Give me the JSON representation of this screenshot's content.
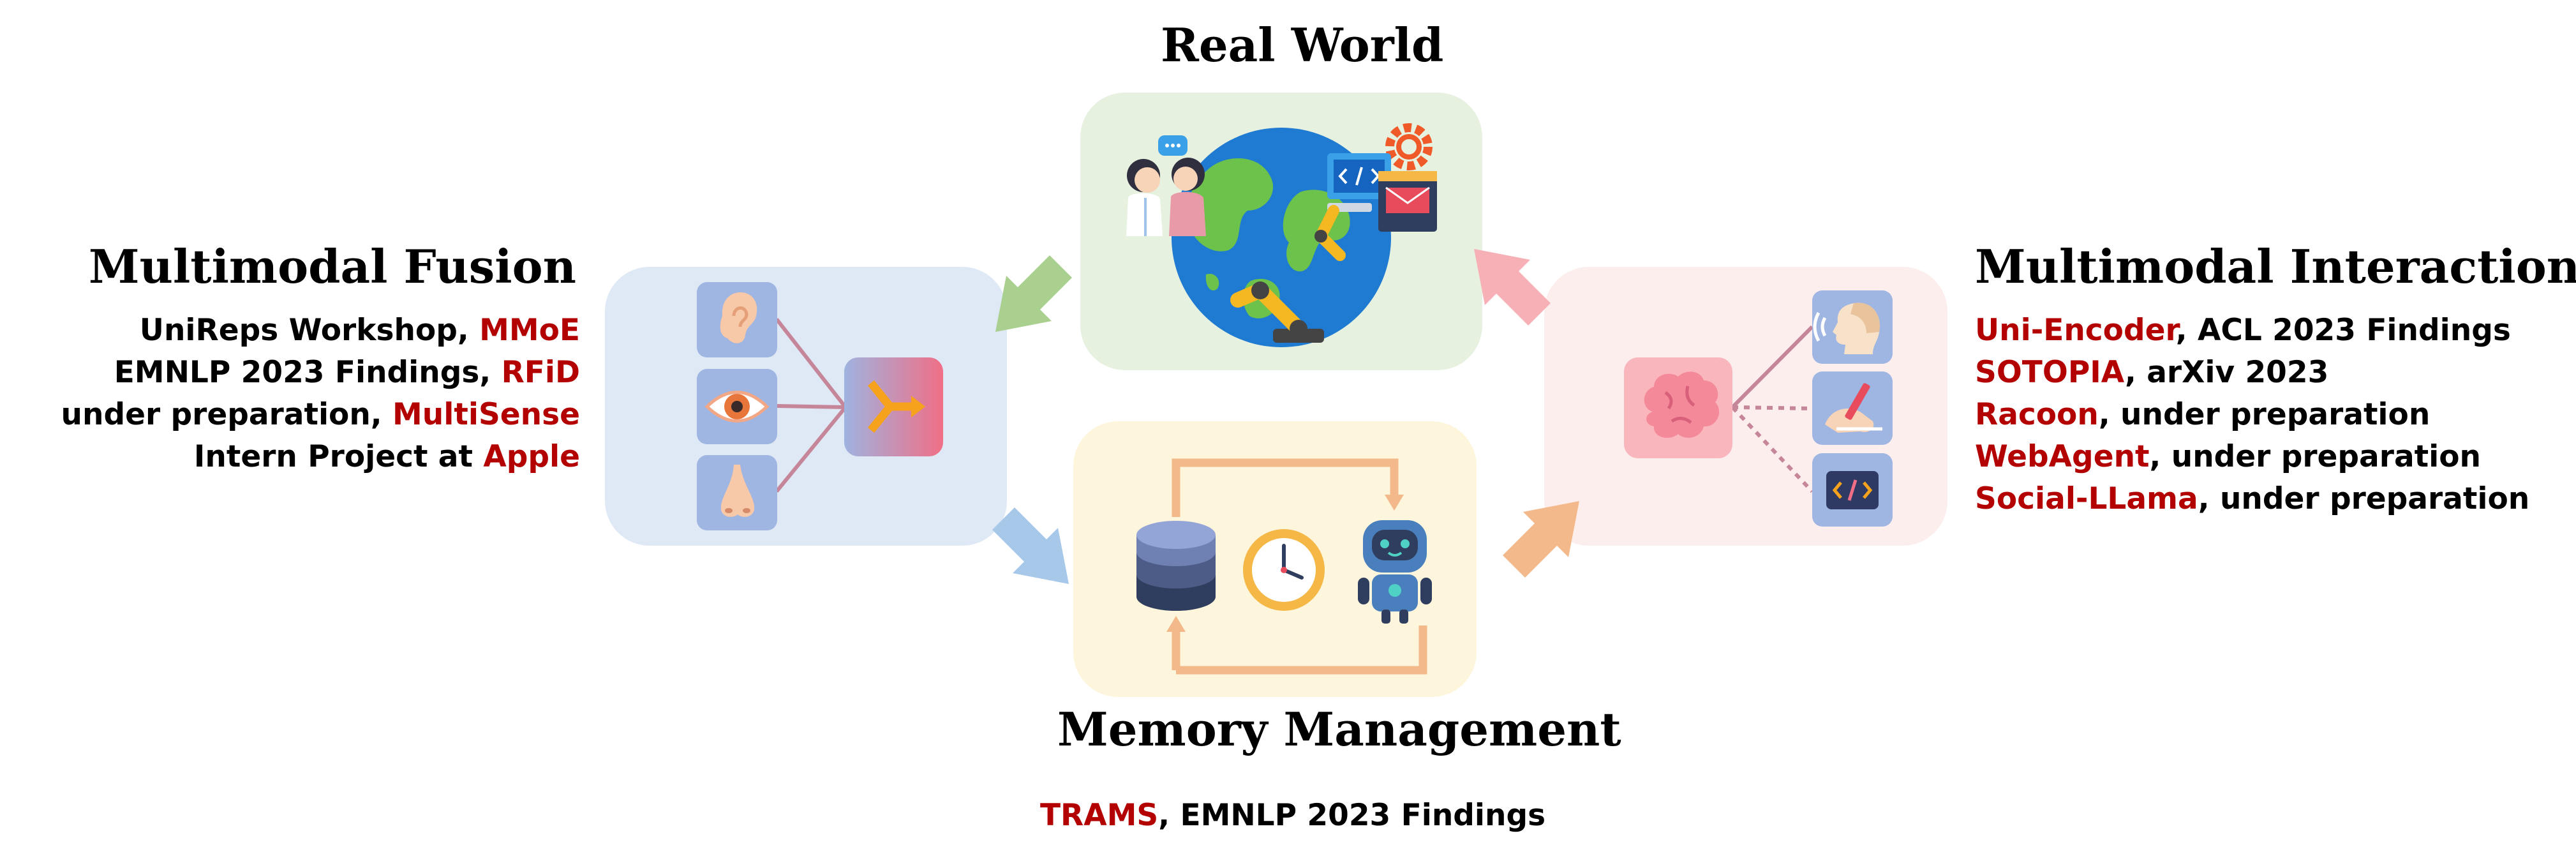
{
  "real_world": {
    "title": "Real World"
  },
  "fusion": {
    "title": "Multimodal Fusion",
    "lines": [
      {
        "pre": "UniReps Workshop, ",
        "hl": "MMoE",
        "post": ""
      },
      {
        "pre": "EMNLP 2023 Findings, ",
        "hl": "RFiD",
        "post": ""
      },
      {
        "pre": "under preparation, ",
        "hl": "MultiSense",
        "post": ""
      },
      {
        "pre": "Intern Project at ",
        "hl": "Apple",
        "post": ""
      }
    ]
  },
  "interaction": {
    "title": "Multimodal Interaction",
    "lines": [
      {
        "pre": "",
        "hl": "Uni-Encoder",
        "post": ", ACL 2023 Findings"
      },
      {
        "pre": "",
        "hl": "SOTOPIA",
        "post": ", arXiv 2023"
      },
      {
        "pre": "",
        "hl": "Racoon",
        "post": ", under preparation"
      },
      {
        "pre": "",
        "hl": "WebAgent",
        "post": ", under preparation"
      },
      {
        "pre": "",
        "hl": "Social-LLama",
        "post": ", under preparation"
      }
    ]
  },
  "memory": {
    "title": "Memory Management",
    "lines": [
      {
        "pre": "",
        "hl": "TRAMS",
        "post": ", EMNLP 2023 Findings"
      }
    ]
  },
  "icons": {
    "fusion": [
      "ear-icon",
      "eye-icon",
      "nose-icon",
      "merge-icon"
    ],
    "interaction": [
      "brain-icon",
      "speaking-head-icon",
      "writing-hand-icon",
      "code-icon"
    ],
    "memory": [
      "database-icon",
      "clock-icon",
      "robot-icon"
    ],
    "real_world": [
      "globe-icon",
      "people-icon",
      "gear-icon",
      "robot-arm-icon",
      "computer-icon"
    ]
  },
  "colors": {
    "highlight": "#b30000",
    "fusion_panel": "#dfe9f6",
    "interaction_panel": "#fdeeee",
    "memory_panel": "#fdf5dc",
    "real_world_panel": "#e6f1e0",
    "arrow_green": "#a9d08e",
    "arrow_blue": "#a8c8ea",
    "arrow_orange": "#f4b98a",
    "arrow_pink": "#f7b0b5"
  }
}
